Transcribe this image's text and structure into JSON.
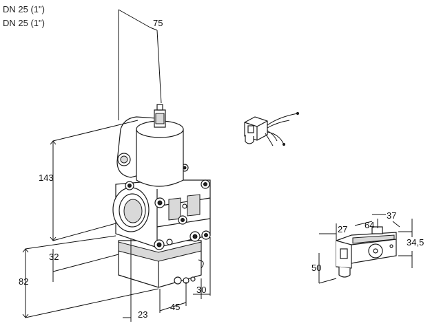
{
  "header": {
    "line1": "DN 25 (1\")",
    "line2": "DN 25 (1\")"
  },
  "dimensions": {
    "d75": "75",
    "d143": "143",
    "d32": "32",
    "d82": "82",
    "d23": "23",
    "d45": "45",
    "d30": "30",
    "d27": "27",
    "d64": "64",
    "d37": "37",
    "d34_5": "34,5",
    "d50": "50"
  }
}
